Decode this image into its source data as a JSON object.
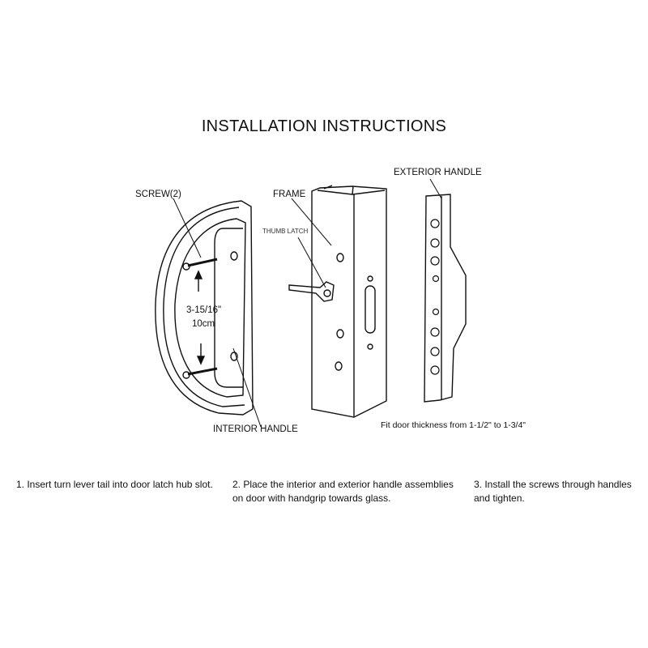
{
  "title": "INSTALLATION INSTRUCTIONS",
  "labels": {
    "screw": "SCREW(2)",
    "frame": "FRAME",
    "thumb_latch": "THUMB LATCH",
    "exterior_handle": "EXTERIOR HANDLE",
    "interior_handle": "INTERIOR HANDLE",
    "dimension_in": "3-15/16\"",
    "dimension_cm": "10cm",
    "door_thickness": "Fit door thickness from 1-1/2\" to 1-3/4\""
  },
  "steps": [
    "1. Insert turn lever tail into door latch hub slot.",
    "2. Place the interior and exterior handle assemblies on door with handgrip towards glass.",
    "3. Install the screws through handles and tighten."
  ]
}
